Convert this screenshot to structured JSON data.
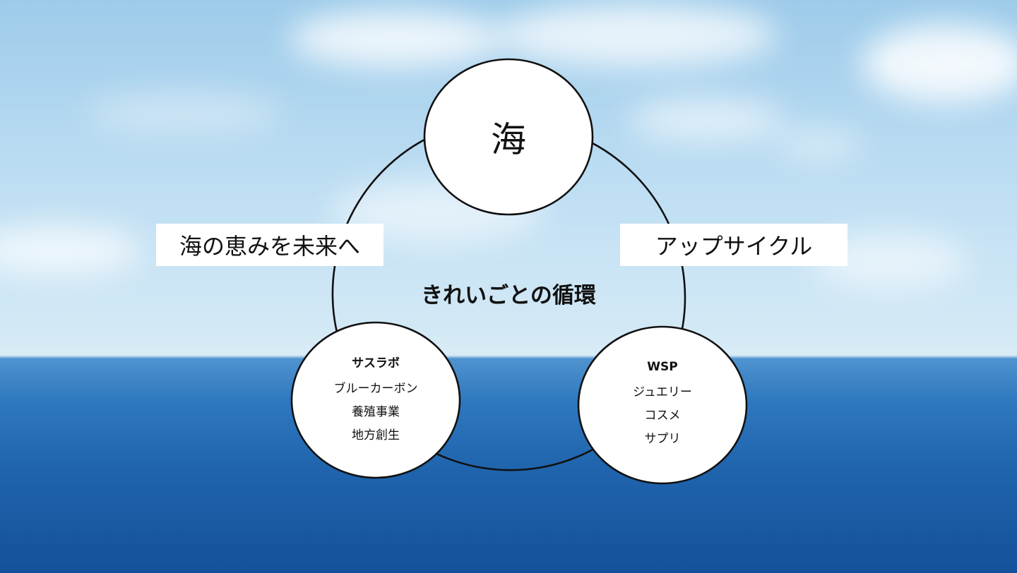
{
  "nodes": {
    "sea": {
      "label": "海"
    },
    "suslab": {
      "title": "サスラボ",
      "lines": [
        "ブルーカーボン",
        "養殖事業",
        "地方創生"
      ]
    },
    "wsp": {
      "title": "WSP",
      "lines": [
        "ジュエリー",
        "コスメ",
        "サプリ"
      ]
    }
  },
  "labels": {
    "left": "海の恵みを未来へ",
    "right": "アップサイクル"
  },
  "center_title": "きれいごとの循環",
  "colors": {
    "sky_light": "#d3e9f5",
    "sky_top": "#9dcbea",
    "ocean": "#1f64ad",
    "circle_fill": "#ffffff",
    "stroke": "#111111"
  }
}
